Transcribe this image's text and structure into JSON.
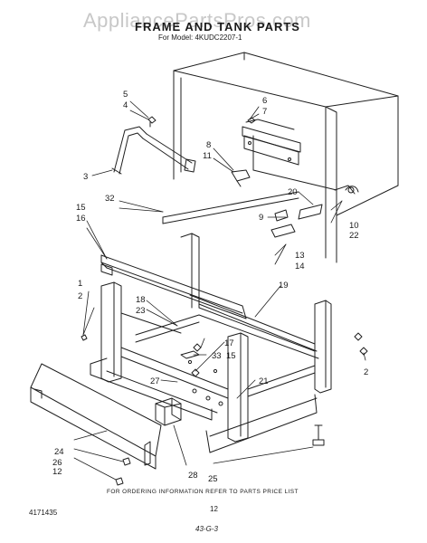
{
  "watermark": "AppliancePartsPros.com",
  "header": {
    "title": "FRAME AND TANK PARTS",
    "model": "For Model: 4KUDC2207-1"
  },
  "callouts": [
    "5",
    "4",
    "6",
    "7",
    "3",
    "8",
    "11",
    "32",
    "20",
    "15",
    "16",
    "9",
    "10",
    "22",
    "13",
    "14",
    "1",
    "2",
    "18",
    "23",
    "19",
    "17",
    "33",
    "15",
    "2",
    "27",
    "21",
    "24",
    "26",
    "12",
    "28",
    "25"
  ],
  "footer": {
    "note": "FOR ORDERING INFORMATION REFER TO PARTS PRICE LIST",
    "page": "12",
    "part_number": "4171435",
    "handwritten": "43-G-3"
  }
}
